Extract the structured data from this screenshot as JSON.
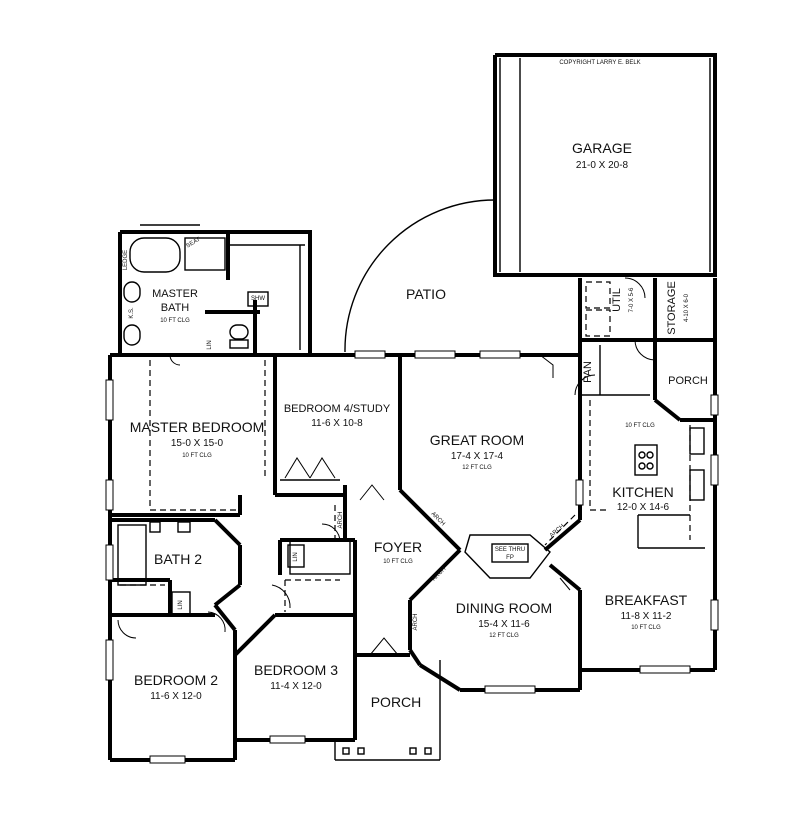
{
  "copyright": "COPYRIGHT LARRY E. BELK",
  "rooms": {
    "garage": {
      "name": "GARAGE",
      "dims": "21-0 X 20-8"
    },
    "patio": {
      "name": "PATIO"
    },
    "util": {
      "name": "UTIL",
      "dims": "7-0 X 5-6"
    },
    "storage": {
      "name": "STORAGE",
      "dims": "4-10 X 6-0"
    },
    "master_bath": {
      "name1": "MASTER",
      "name2": "BATH",
      "clg": "10 FT CLG"
    },
    "master_bedroom": {
      "name": "MASTER BEDROOM",
      "dims": "15-0 X 15-0",
      "clg": "10 FT CLG"
    },
    "bedroom4": {
      "name": "BEDROOM 4/STUDY",
      "dims": "11-6 X 10-8"
    },
    "great_room": {
      "name": "GREAT ROOM",
      "dims": "17-4 X 17-4",
      "clg": "12 FT CLG"
    },
    "pan": {
      "name": "PAN"
    },
    "porch_rear": {
      "name": "PORCH"
    },
    "kitchen": {
      "name": "KITCHEN",
      "dims": "12-0 X 14-6",
      "clg": "10 FT CLG"
    },
    "bath2": {
      "name": "BATH 2"
    },
    "foyer": {
      "name": "FOYER",
      "clg": "10 FT CLG"
    },
    "fireplace": {
      "line1": "SEE THRU",
      "line2": "FP"
    },
    "dining_room": {
      "name": "DINING ROOM",
      "dims": "15-4 X 11-6",
      "clg": "12 FT CLG"
    },
    "breakfast": {
      "name": "BREAKFAST",
      "dims": "11-8 X 11-2",
      "clg": "10 FT CLG"
    },
    "bedroom2": {
      "name": "BEDROOM 2",
      "dims": "11-6 X 12-0"
    },
    "bedroom3": {
      "name": "BEDROOM 3",
      "dims": "11-4 X 12-0"
    },
    "porch_front": {
      "name": "PORCH"
    }
  },
  "small_labels": {
    "lin": "LIN",
    "shw": "SHW",
    "ledge": "LEDGE",
    "seat": "SEAT",
    "ks": "K.S.",
    "arch": "ARCH"
  }
}
